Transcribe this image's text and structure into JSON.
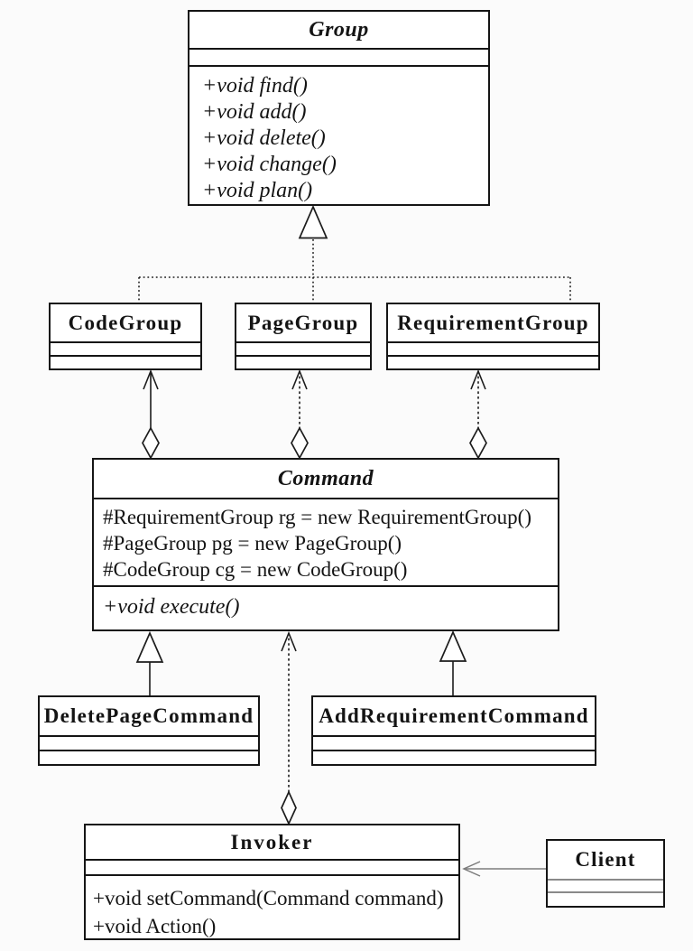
{
  "diagram": {
    "kind": "uml-class-diagram",
    "pattern": "Command pattern",
    "colors": {
      "line": "#1c1c1c",
      "association_line": "#7c7c7c",
      "box_fill": "#ffffff",
      "background": "#fbfbfb"
    },
    "classes": {
      "group": {
        "name": "Group",
        "abstract": true,
        "attributes": [],
        "methods": [
          "+void find()",
          "+void add()",
          "+void delete()",
          "+void change()",
          "+void plan()"
        ]
      },
      "code_group": {
        "name": "CodeGroup",
        "attributes": [],
        "methods": []
      },
      "page_group": {
        "name": "PageGroup",
        "attributes": [],
        "methods": []
      },
      "requirement_group": {
        "name": "RequirementGroup",
        "attributes": [],
        "methods": []
      },
      "command": {
        "name": "Command",
        "abstract": true,
        "attributes": [
          "#RequirementGroup rg = new RequirementGroup()",
          "#PageGroup pg = new PageGroup()",
          "#CodeGroup cg = new CodeGroup()"
        ],
        "methods": [
          "+void execute()"
        ]
      },
      "delete_page_command": {
        "name": "DeletePageCommand",
        "attributes": [],
        "methods": []
      },
      "add_requirement_command": {
        "name": "AddRequirementCommand",
        "attributes": [],
        "methods": []
      },
      "invoker": {
        "name": "Invoker",
        "attributes": [],
        "methods": [
          "+void setCommand(Command command)",
          "+void Action()"
        ]
      },
      "client": {
        "name": "Client",
        "attributes": [],
        "methods": []
      }
    },
    "relationships": [
      {
        "from": "CodeGroup",
        "to": "Group",
        "type": "generalization",
        "line_style": "dotted"
      },
      {
        "from": "PageGroup",
        "to": "Group",
        "type": "generalization",
        "line_style": "dotted"
      },
      {
        "from": "RequirementGroup",
        "to": "Group",
        "type": "generalization",
        "line_style": "dotted"
      },
      {
        "from": "Command",
        "to": "CodeGroup",
        "type": "aggregation",
        "line_style": "solid"
      },
      {
        "from": "Command",
        "to": "PageGroup",
        "type": "aggregation",
        "line_style": "dotted"
      },
      {
        "from": "Command",
        "to": "RequirementGroup",
        "type": "aggregation",
        "line_style": "dotted"
      },
      {
        "from": "DeletePageCommand",
        "to": "Command",
        "type": "generalization",
        "line_style": "solid"
      },
      {
        "from": "AddRequirementCommand",
        "to": "Command",
        "type": "generalization",
        "line_style": "solid"
      },
      {
        "from": "Invoker",
        "to": "Command",
        "type": "aggregation",
        "line_style": "dotted"
      },
      {
        "from": "Client",
        "to": "Invoker",
        "type": "association",
        "line_style": "solid"
      }
    ]
  }
}
